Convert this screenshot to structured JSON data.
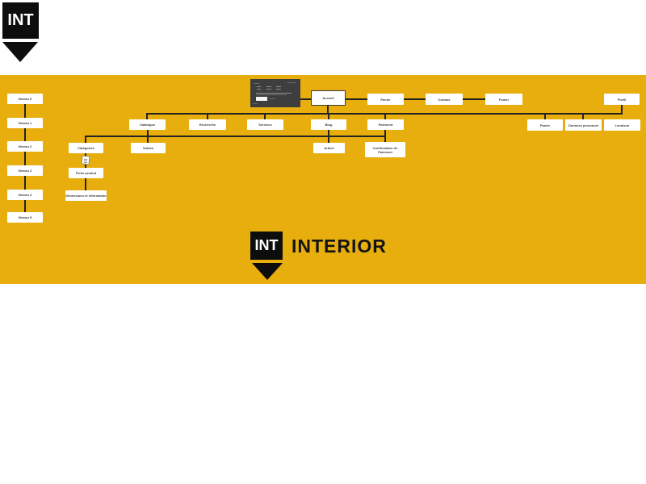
{
  "colors": {
    "band": "#E8AE0D",
    "connector": "#232323",
    "node_background": "#FFFFFF",
    "node_text": "#3D3D3D",
    "thumbnail_background": "#3E3E3E",
    "logo_black": "#0D0D0D",
    "logo_text_white": "#FFFFFF"
  },
  "header_logo": {
    "abbr": "INT"
  },
  "brand": {
    "abbr": "INT",
    "name": "INTERIOR"
  },
  "levels": [
    {
      "label": "Niveau 0"
    },
    {
      "label": "Niveau 1"
    },
    {
      "label": "Niveau 2"
    },
    {
      "label": "Niveau 3"
    },
    {
      "label": "Niveau 4"
    },
    {
      "label": "Niveau 5"
    }
  ],
  "nodes": {
    "accueil": {
      "label": "Accueil"
    },
    "panier_top": {
      "label": "Panier"
    },
    "contact": {
      "label": "Contact"
    },
    "footer": {
      "label": "Footer"
    },
    "profil": {
      "label": "Profil"
    },
    "catalogue": {
      "label": "Catalogue"
    },
    "recherche": {
      "label": "Recherche"
    },
    "services": {
      "label": "Services"
    },
    "blog": {
      "label": "Blog"
    },
    "paiement": {
      "label": "Paiement"
    },
    "panier_profil": {
      "label": "Panier"
    },
    "donnees_personnel": {
      "label": "Données personnel"
    },
    "livraison": {
      "label": "Livraison"
    },
    "categories": {
      "label": "Catégories"
    },
    "soldes": {
      "label": "Soldes"
    },
    "article": {
      "label": "Article"
    },
    "confirmation_paiement": {
      "label": "Confirmation de Paiement"
    },
    "fiche_produit": {
      "label": "Fiche produit"
    },
    "dimensions_information": {
      "label": "Dimensions et information"
    }
  }
}
